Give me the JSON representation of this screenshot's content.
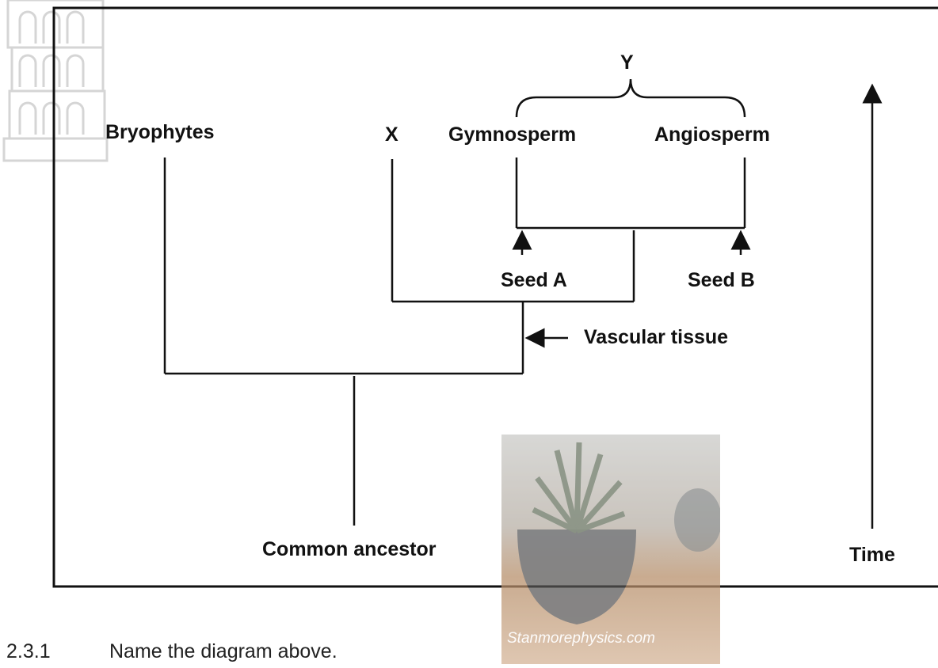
{
  "diagram": {
    "labels": {
      "bryophytes": "Bryophytes",
      "x": "X",
      "gymnosperm": "Gymnosperm",
      "angiosperm": "Angiosperm",
      "y": "Y",
      "seed_a": "Seed A",
      "seed_b": "Seed B",
      "vascular_tissue": "Vascular tissue",
      "common_ancestor": "Common ancestor",
      "time": "Time"
    }
  },
  "watermark": {
    "caption": "Stanmorephysics.com"
  },
  "question": {
    "number": "2.3.1",
    "text": "Name the diagram above."
  }
}
